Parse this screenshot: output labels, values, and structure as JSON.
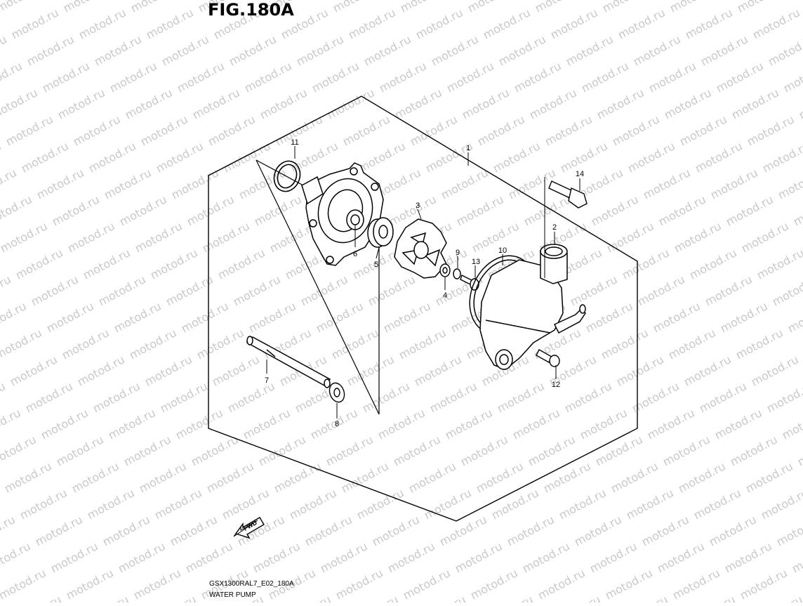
{
  "figure": {
    "title": "FIG.180A"
  },
  "watermark": {
    "text": "motod.ru",
    "color": "#c9c9c9"
  },
  "callouts": [
    "1",
    "2",
    "3",
    "4",
    "5",
    "6",
    "7",
    "8",
    "9",
    "10",
    "11",
    "12",
    "13",
    "14"
  ],
  "fwd_label": "FWD",
  "footer": {
    "code": "GSX1300RAL7_E02_180A",
    "name": "WATER PUMP"
  }
}
